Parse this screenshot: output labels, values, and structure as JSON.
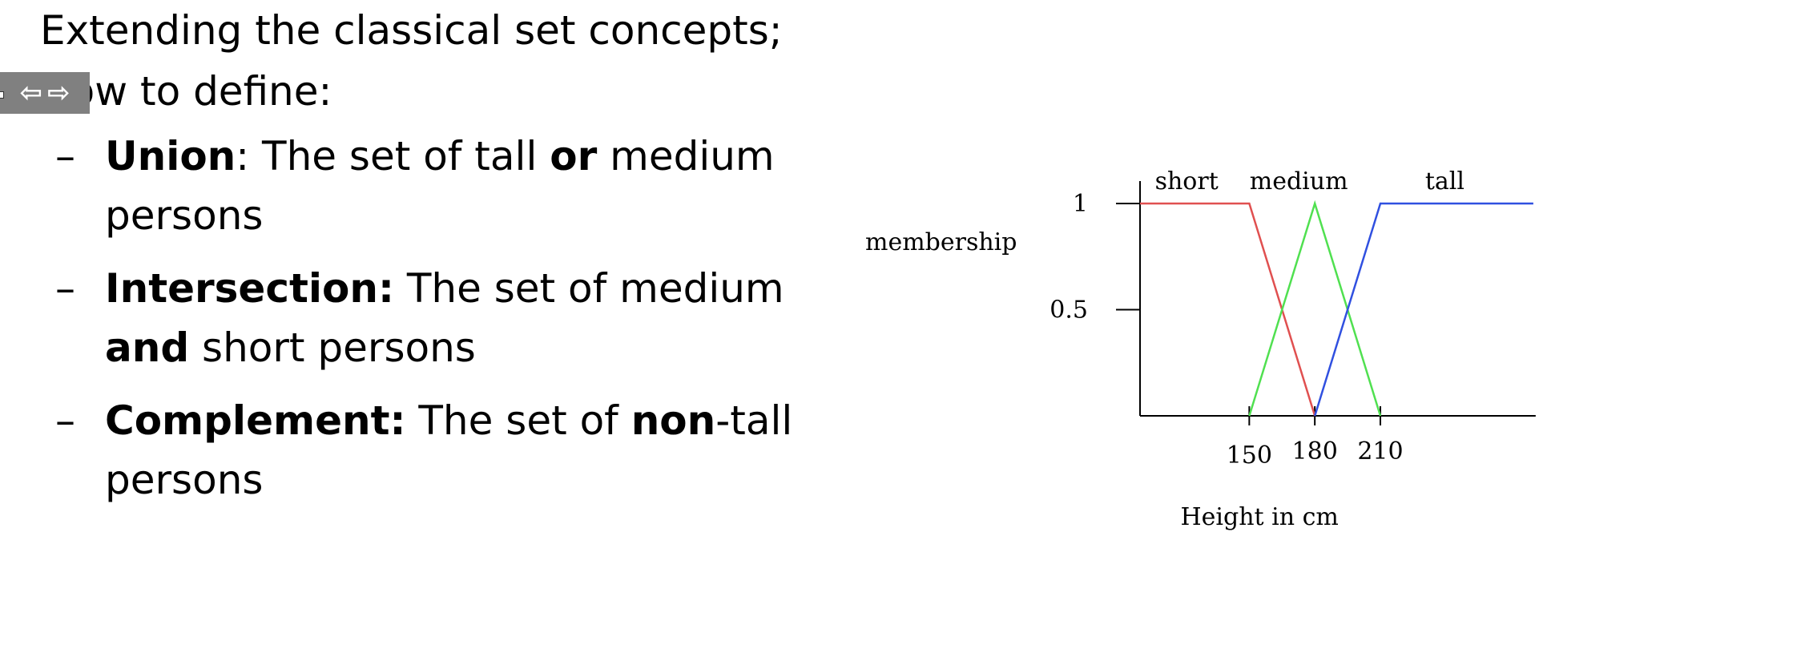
{
  "slide": {
    "intro_line_1": "Extending the classical set concepts;",
    "intro_line_2": "How to define:",
    "bullets": [
      {
        "dash": "–",
        "bold": "Union",
        "text_1": ": The set of tall ",
        "bold_2": "or",
        "text_2": " medium persons"
      },
      {
        "dash": "–",
        "bold": "Intersection:",
        "text_1": " The set of medium ",
        "bold_2": "and",
        "text_2": " short persons"
      },
      {
        "dash": "–",
        "bold": "Complement:",
        "text_1": " The set of ",
        "bold_2": "non",
        "text_2": "-tall persons"
      }
    ]
  },
  "nav_widget": {
    "left_icon": "arrow-left-icon",
    "right_icon": "arrow-right-icon"
  },
  "chart_data": {
    "type": "line",
    "title": "",
    "xlabel": "Height in cm",
    "ylabel": "membership",
    "xlim": [
      100,
      280
    ],
    "ylim": [
      0,
      1
    ],
    "x_ticks": [
      150,
      180,
      210
    ],
    "y_ticks": [
      0.5,
      1
    ],
    "y_tick_labels": [
      "0.5",
      "1"
    ],
    "grid": false,
    "series": [
      {
        "name": "short",
        "color": "#e05050",
        "points": [
          [
            100,
            1
          ],
          [
            150,
            1
          ],
          [
            180,
            0
          ]
        ]
      },
      {
        "name": "medium",
        "color": "#50e050",
        "points": [
          [
            150,
            0
          ],
          [
            180,
            1
          ],
          [
            210,
            0
          ]
        ]
      },
      {
        "name": "tall",
        "color": "#3050e0",
        "points": [
          [
            180,
            0
          ],
          [
            210,
            1
          ],
          [
            280,
            1
          ]
        ]
      }
    ]
  }
}
